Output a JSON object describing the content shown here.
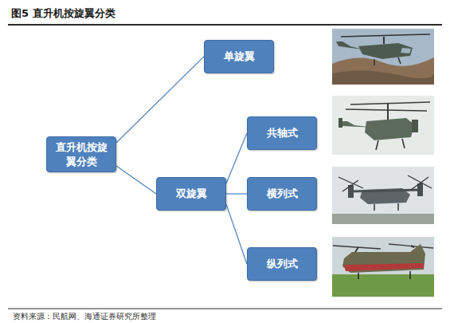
{
  "diagram": {
    "title": "图5  直升机按旋翼分类",
    "caption": "资料来源：民航网、海通证券研究所整理",
    "nodes": [
      {
        "text": [
          "直升机按旋翼分类"
        ]
      },
      {
        "text": [
          "单旋翼"
        ]
      },
      {
        "text": [
          "双旋翼"
        ]
      },
      {
        "text": [
          "共轴式"
        ]
      },
      {
        "text": [
          "横列式"
        ]
      },
      {
        "text": [
          "纵列式"
        ]
      }
    ],
    "edges": [
      {
        "from": 0,
        "to": 1,
        "arrow": "none"
      },
      {
        "from": 0,
        "to": 2,
        "arrow": "none"
      },
      {
        "from": 2,
        "to": 3,
        "arrow": "none"
      },
      {
        "from": 2,
        "to": 4,
        "arrow": "none"
      },
      {
        "from": 2,
        "to": 5,
        "arrow": "none"
      }
    ]
  }
}
